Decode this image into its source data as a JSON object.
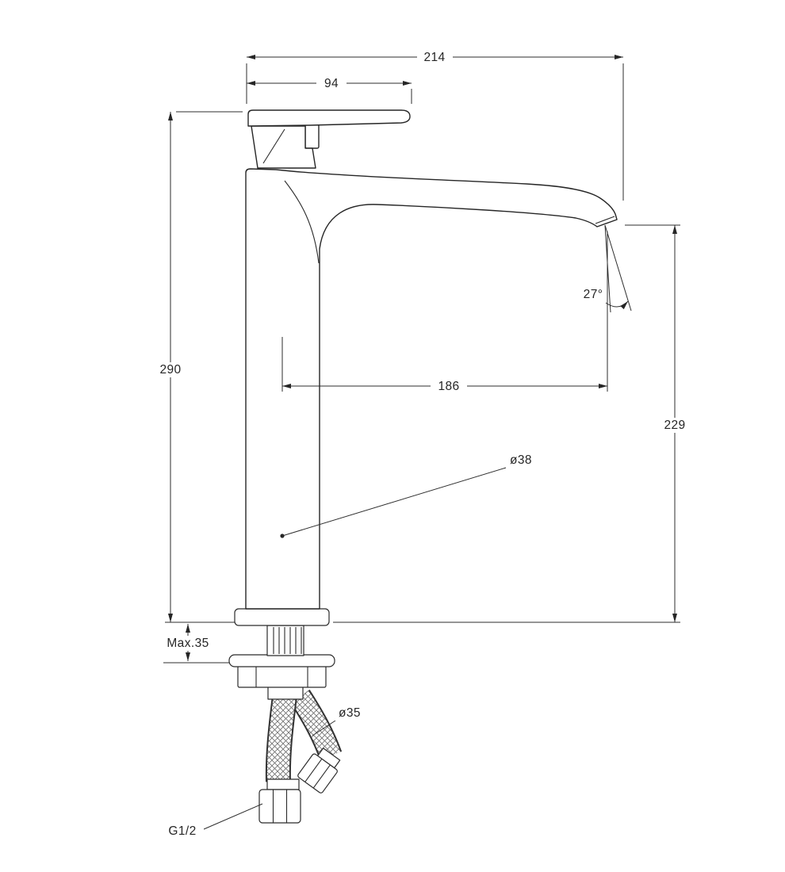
{
  "drawing": {
    "background": "#ffffff",
    "line_color": "#262626",
    "dimensions": {
      "overall_width": "214",
      "lever_length": "94",
      "body_height": "290",
      "spout_reach": "186",
      "outlet_height": "229",
      "outlet_angle": "27°",
      "body_diameter": "ø38",
      "max_deck_thickness": "Max.35",
      "base_diameter": "ø35",
      "connection_thread": "G1/2"
    }
  }
}
